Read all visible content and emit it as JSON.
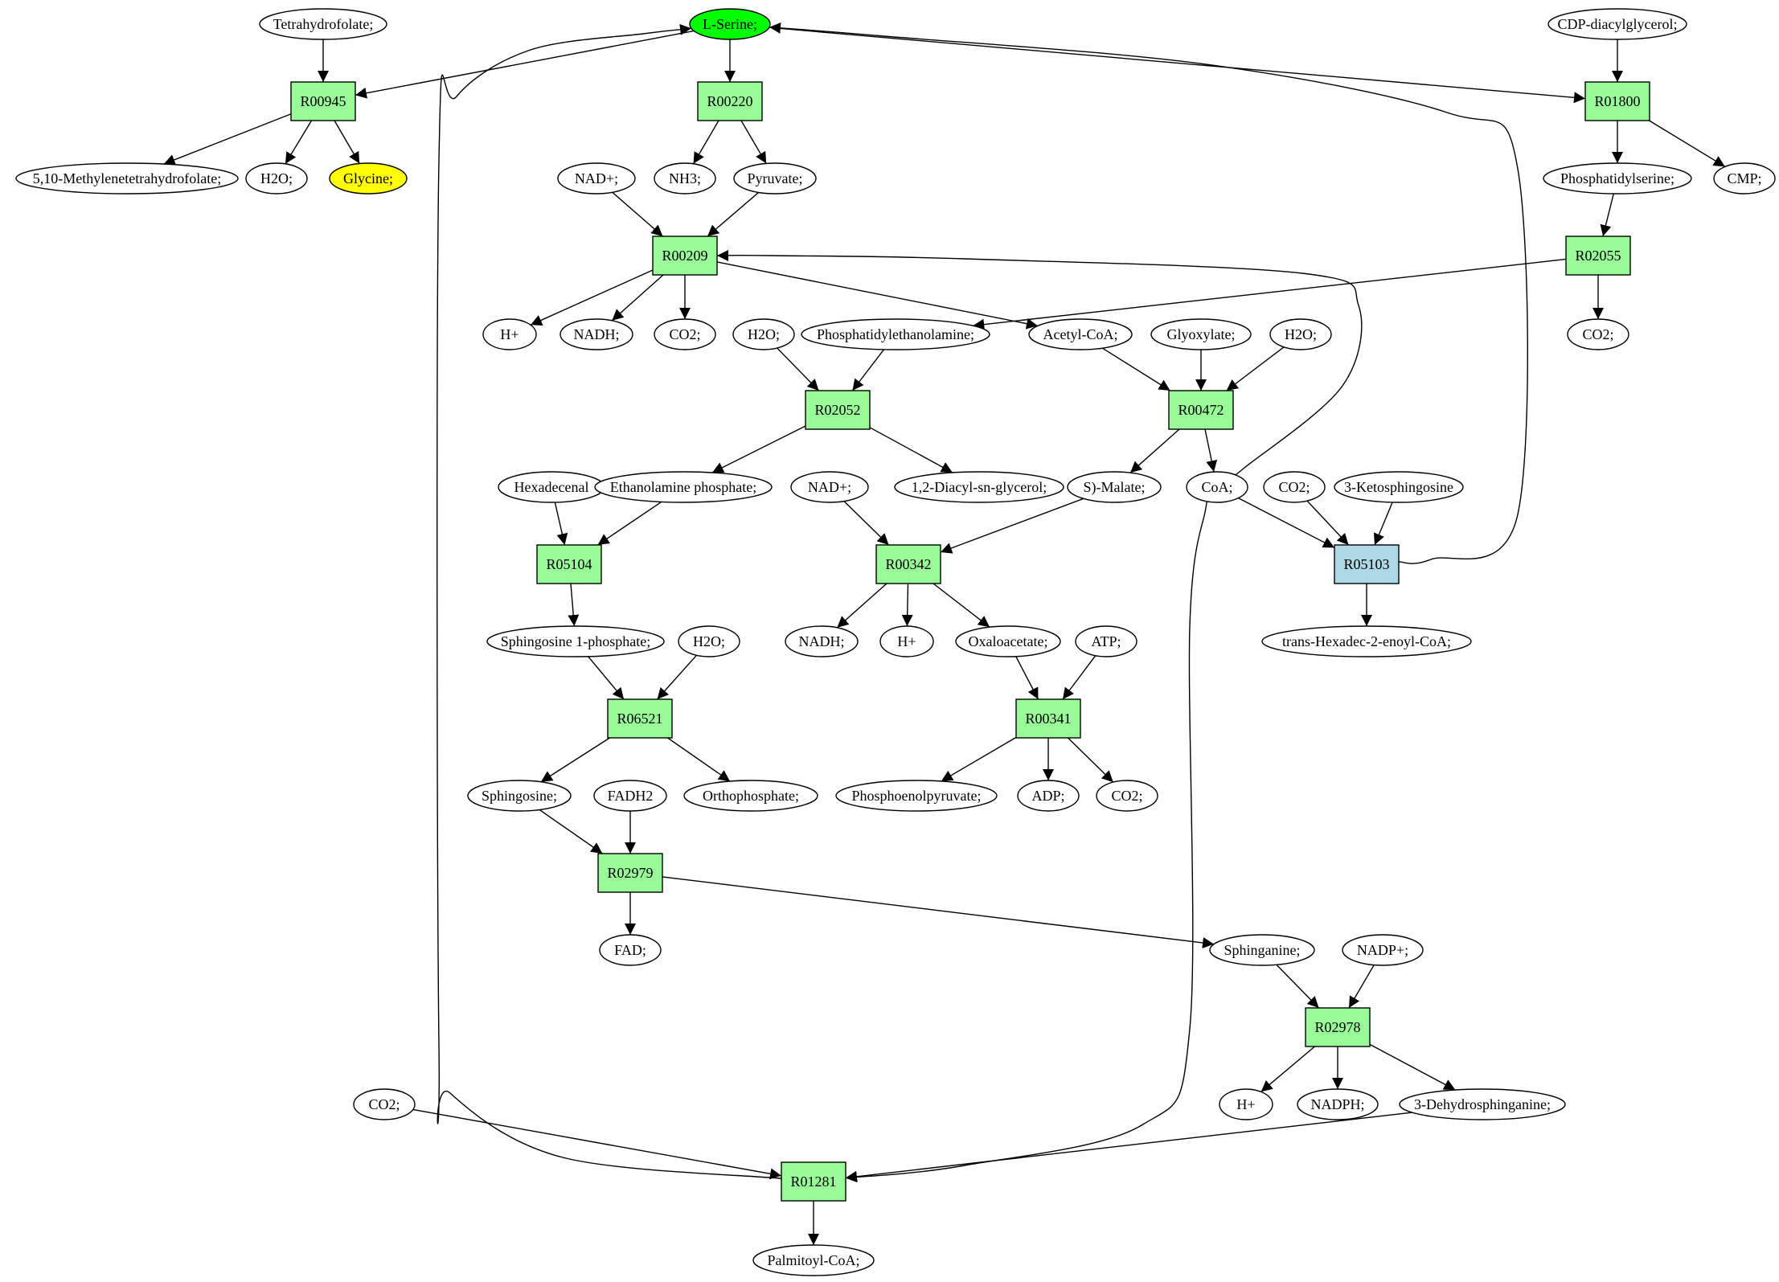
{
  "colors": {
    "reaction": "#98fb98",
    "reaction_highlight": "#add8e6",
    "start": "#00ff00",
    "target": "#ffff00",
    "compound": "#ffffff",
    "edge": "#000000"
  },
  "nodes": {
    "L-Serine": {
      "label": "L-Serine;",
      "type": "compound",
      "fill": "#00ff00"
    },
    "Tetrahydrofolate": {
      "label": "Tetrahydrofolate;",
      "type": "compound"
    },
    "CDP-diacylglycerol": {
      "label": "CDP-diacylglycerol;",
      "type": "compound"
    },
    "R00945": {
      "label": "R00945",
      "type": "reaction"
    },
    "R00220": {
      "label": "R00220",
      "type": "reaction"
    },
    "R01800": {
      "label": "R01800",
      "type": "reaction"
    },
    "Methylenetetrahydrofolate": {
      "label": "5,10-Methylenetetrahydrofolate;",
      "type": "compound"
    },
    "H2O_a": {
      "label": "H2O;",
      "type": "compound"
    },
    "Glycine": {
      "label": "Glycine;",
      "type": "compound",
      "fill": "#ffff00"
    },
    "NADplus_a": {
      "label": "NAD+;",
      "type": "compound"
    },
    "NH3": {
      "label": "NH3;",
      "type": "compound"
    },
    "Pyruvate": {
      "label": "Pyruvate;",
      "type": "compound"
    },
    "Phosphatidylserine": {
      "label": "Phosphatidylserine;",
      "type": "compound"
    },
    "CMP": {
      "label": "CMP;",
      "type": "compound"
    },
    "R00209": {
      "label": "R00209",
      "type": "reaction"
    },
    "R02055": {
      "label": "R02055",
      "type": "reaction"
    },
    "Hplus_a": {
      "label": "H+",
      "type": "compound"
    },
    "NADH_a": {
      "label": "NADH;",
      "type": "compound"
    },
    "CO2_a": {
      "label": "CO2;",
      "type": "compound"
    },
    "H2O_b": {
      "label": "H2O;",
      "type": "compound"
    },
    "Phosphatidylethanolamine": {
      "label": "Phosphatidylethanolamine;",
      "type": "compound"
    },
    "AcetylCoA": {
      "label": "Acetyl-CoA;",
      "type": "compound"
    },
    "Glyoxylate": {
      "label": "Glyoxylate;",
      "type": "compound"
    },
    "H2O_c": {
      "label": "H2O;",
      "type": "compound"
    },
    "CO2_b": {
      "label": "CO2;",
      "type": "compound"
    },
    "R02052": {
      "label": "R02052",
      "type": "reaction"
    },
    "R00472": {
      "label": "R00472",
      "type": "reaction"
    },
    "Hexadecenal": {
      "label": "Hexadecenal",
      "type": "compound"
    },
    "EthanolaminePhosphate": {
      "label": "Ethanolamine phosphate;",
      "type": "compound"
    },
    "NADplus_b": {
      "label": "NAD+;",
      "type": "compound"
    },
    "Diacylglycerol": {
      "label": "1,2-Diacyl-sn-glycerol;",
      "type": "compound"
    },
    "SMalate": {
      "label": "S)-Malate;",
      "type": "compound"
    },
    "CoA": {
      "label": "CoA;",
      "type": "compound"
    },
    "CO2_c": {
      "label": "CO2;",
      "type": "compound"
    },
    "Ketosphingosine": {
      "label": "3-Ketosphingosine",
      "type": "compound"
    },
    "R05104": {
      "label": "R05104",
      "type": "reaction"
    },
    "R00342": {
      "label": "R00342",
      "type": "reaction"
    },
    "R05103": {
      "label": "R05103",
      "type": "reaction",
      "fill": "#add8e6"
    },
    "Sphingosine1P": {
      "label": "Sphingosine 1-phosphate;",
      "type": "compound"
    },
    "H2O_d": {
      "label": "H2O;",
      "type": "compound"
    },
    "NADH_b": {
      "label": "NADH;",
      "type": "compound"
    },
    "Hplus_b": {
      "label": "H+",
      "type": "compound"
    },
    "Oxaloacetate": {
      "label": "Oxaloacetate;",
      "type": "compound"
    },
    "ATP": {
      "label": "ATP;",
      "type": "compound"
    },
    "TransHexadecenoylCoA": {
      "label": "trans-Hexadec-2-enoyl-CoA;",
      "type": "compound"
    },
    "R06521": {
      "label": "R06521",
      "type": "reaction"
    },
    "R00341": {
      "label": "R00341",
      "type": "reaction"
    },
    "Sphingosine": {
      "label": "Sphingosine;",
      "type": "compound"
    },
    "FADH2": {
      "label": "FADH2",
      "type": "compound"
    },
    "Orthophosphate": {
      "label": "Orthophosphate;",
      "type": "compound"
    },
    "Phosphoenolpyruvate": {
      "label": "Phosphoenolpyruvate;",
      "type": "compound"
    },
    "ADP": {
      "label": "ADP;",
      "type": "compound"
    },
    "CO2_d": {
      "label": "CO2;",
      "type": "compound"
    },
    "R02979": {
      "label": "R02979",
      "type": "reaction"
    },
    "FAD": {
      "label": "FAD;",
      "type": "compound"
    },
    "Sphinganine": {
      "label": "Sphinganine;",
      "type": "compound"
    },
    "NADPplus": {
      "label": "NADP+;",
      "type": "compound"
    },
    "R02978": {
      "label": "R02978",
      "type": "reaction"
    },
    "Hplus_c": {
      "label": "H+",
      "type": "compound"
    },
    "NADPH": {
      "label": "NADPH;",
      "type": "compound"
    },
    "Dehydrosphinganine": {
      "label": "3-Dehydrosphinganine;",
      "type": "compound"
    },
    "CO2_e": {
      "label": "CO2;",
      "type": "compound"
    },
    "R01281": {
      "label": "R01281",
      "type": "reaction"
    },
    "PalmitoylCoA": {
      "label": "Palmitoyl-CoA;",
      "type": "compound"
    }
  },
  "edges": [
    [
      "Tetrahydrofolate",
      "R00945"
    ],
    [
      "L-Serine",
      "R00945"
    ],
    [
      "R00945",
      "Methylenetetrahydrofolate"
    ],
    [
      "R00945",
      "H2O_a"
    ],
    [
      "R00945",
      "Glycine"
    ],
    [
      "L-Serine",
      "R00220"
    ],
    [
      "R00220",
      "NH3"
    ],
    [
      "R00220",
      "Pyruvate"
    ],
    [
      "CDP-diacylglycerol",
      "R01800"
    ],
    [
      "L-Serine",
      "R01800"
    ],
    [
      "R01800",
      "Phosphatidylserine"
    ],
    [
      "R01800",
      "CMP"
    ],
    [
      "NADplus_a",
      "R00209"
    ],
    [
      "Pyruvate",
      "R00209"
    ],
    [
      "CoA",
      "R00209"
    ],
    [
      "R00209",
      "Hplus_a"
    ],
    [
      "R00209",
      "NADH_a"
    ],
    [
      "R00209",
      "CO2_a"
    ],
    [
      "R00209",
      "AcetylCoA"
    ],
    [
      "Phosphatidylserine",
      "R02055"
    ],
    [
      "R02055",
      "Phosphatidylethanolamine"
    ],
    [
      "R02055",
      "CO2_b"
    ],
    [
      "H2O_b",
      "R02052"
    ],
    [
      "Phosphatidylethanolamine",
      "R02052"
    ],
    [
      "R02052",
      "EthanolaminePhosphate"
    ],
    [
      "R02052",
      "Diacylglycerol"
    ],
    [
      "AcetylCoA",
      "R00472"
    ],
    [
      "Glyoxylate",
      "R00472"
    ],
    [
      "H2O_c",
      "R00472"
    ],
    [
      "R00472",
      "SMalate"
    ],
    [
      "R00472",
      "CoA"
    ],
    [
      "Hexadecenal",
      "R05104"
    ],
    [
      "EthanolaminePhosphate",
      "R05104"
    ],
    [
      "R05104",
      "Sphingosine1P"
    ],
    [
      "NADplus_b",
      "R00342"
    ],
    [
      "SMalate",
      "R00342"
    ],
    [
      "R00342",
      "NADH_b"
    ],
    [
      "R00342",
      "Hplus_b"
    ],
    [
      "R00342",
      "Oxaloacetate"
    ],
    [
      "CoA",
      "R05103"
    ],
    [
      "CO2_c",
      "R05103"
    ],
    [
      "Ketosphingosine",
      "R05103"
    ],
    [
      "R05103",
      "TransHexadecenoylCoA"
    ],
    [
      "R05103",
      "L-Serine"
    ],
    [
      "Sphingosine1P",
      "R06521"
    ],
    [
      "H2O_d",
      "R06521"
    ],
    [
      "R06521",
      "Sphingosine"
    ],
    [
      "R06521",
      "Orthophosphate"
    ],
    [
      "Oxaloacetate",
      "R00341"
    ],
    [
      "ATP",
      "R00341"
    ],
    [
      "R00341",
      "Phosphoenolpyruvate"
    ],
    [
      "R00341",
      "ADP"
    ],
    [
      "R00341",
      "CO2_d"
    ],
    [
      "Sphingosine",
      "R02979"
    ],
    [
      "FADH2",
      "R02979"
    ],
    [
      "R02979",
      "FAD"
    ],
    [
      "R02979",
      "Sphinganine"
    ],
    [
      "Sphinganine",
      "R02978"
    ],
    [
      "NADPplus",
      "R02978"
    ],
    [
      "R02978",
      "Hplus_c"
    ],
    [
      "R02978",
      "NADPH"
    ],
    [
      "R02978",
      "Dehydrosphinganine"
    ],
    [
      "CO2_e",
      "R01281"
    ],
    [
      "Dehydrosphinganine",
      "R01281"
    ],
    [
      "CoA",
      "R01281"
    ],
    [
      "R01281",
      "L-Serine"
    ],
    [
      "R01281",
      "PalmitoylCoA"
    ]
  ]
}
